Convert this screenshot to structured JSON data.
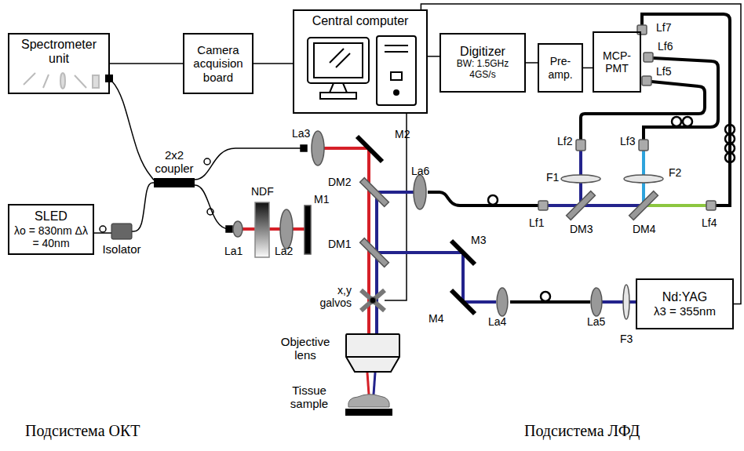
{
  "diagram": {
    "nodes": [
      {
        "text": [
          "Spectrometer unit"
        ]
      },
      {
        "text": [
          "Camera acquision board"
        ]
      },
      {
        "text": [
          "Central computer"
        ]
      },
      {
        "text": [
          "Digitizer",
          "BW: 1.5GHz 4GS/s"
        ]
      },
      {
        "text": [
          "Pre-amp."
        ]
      },
      {
        "text": [
          "MCP-PMT"
        ]
      },
      {
        "text": [
          "SLED",
          "λo = 830nm Δλ = 40nm"
        ]
      },
      {
        "text": [
          "Isolator"
        ]
      },
      {
        "text": [
          "2x2 coupler"
        ]
      },
      {
        "text": [
          "Nd:YAG",
          "λ3 = 355nm"
        ]
      },
      {
        "text": [
          "Objective lens"
        ]
      },
      {
        "text": [
          "Tissue sample"
        ]
      }
    ],
    "edges": [
      {
        "from": 0,
        "to": 1,
        "arrow": "none"
      },
      {
        "from": 1,
        "to": 2,
        "arrow": "none"
      },
      {
        "from": 2,
        "to": 3,
        "arrow": "none"
      },
      {
        "from": 3,
        "to": 4,
        "arrow": "none"
      },
      {
        "from": 4,
        "to": 5,
        "arrow": "none"
      },
      {
        "from": 2,
        "to": 9,
        "arrow": "none"
      },
      {
        "from": 6,
        "to": 7,
        "arrow": "none"
      },
      {
        "from": 7,
        "to": 8,
        "arrow": "none"
      },
      {
        "from": 8,
        "to": 0,
        "arrow": "none"
      }
    ],
    "labels": [
      "La3",
      "M2",
      "DM2",
      "La6",
      "DM1",
      "M3",
      "M4",
      "La4",
      "La5",
      "F3",
      "NDF",
      "M1",
      "La1",
      "La2",
      "x,y galvos",
      "Lf1",
      "DM3",
      "DM4",
      "Lf4",
      "F1",
      "F2",
      "Lf2",
      "Lf3",
      "Lf5",
      "Lf6",
      "Lf7",
      "Подсистема ОКТ",
      "Подсистема ЛФД"
    ]
  }
}
